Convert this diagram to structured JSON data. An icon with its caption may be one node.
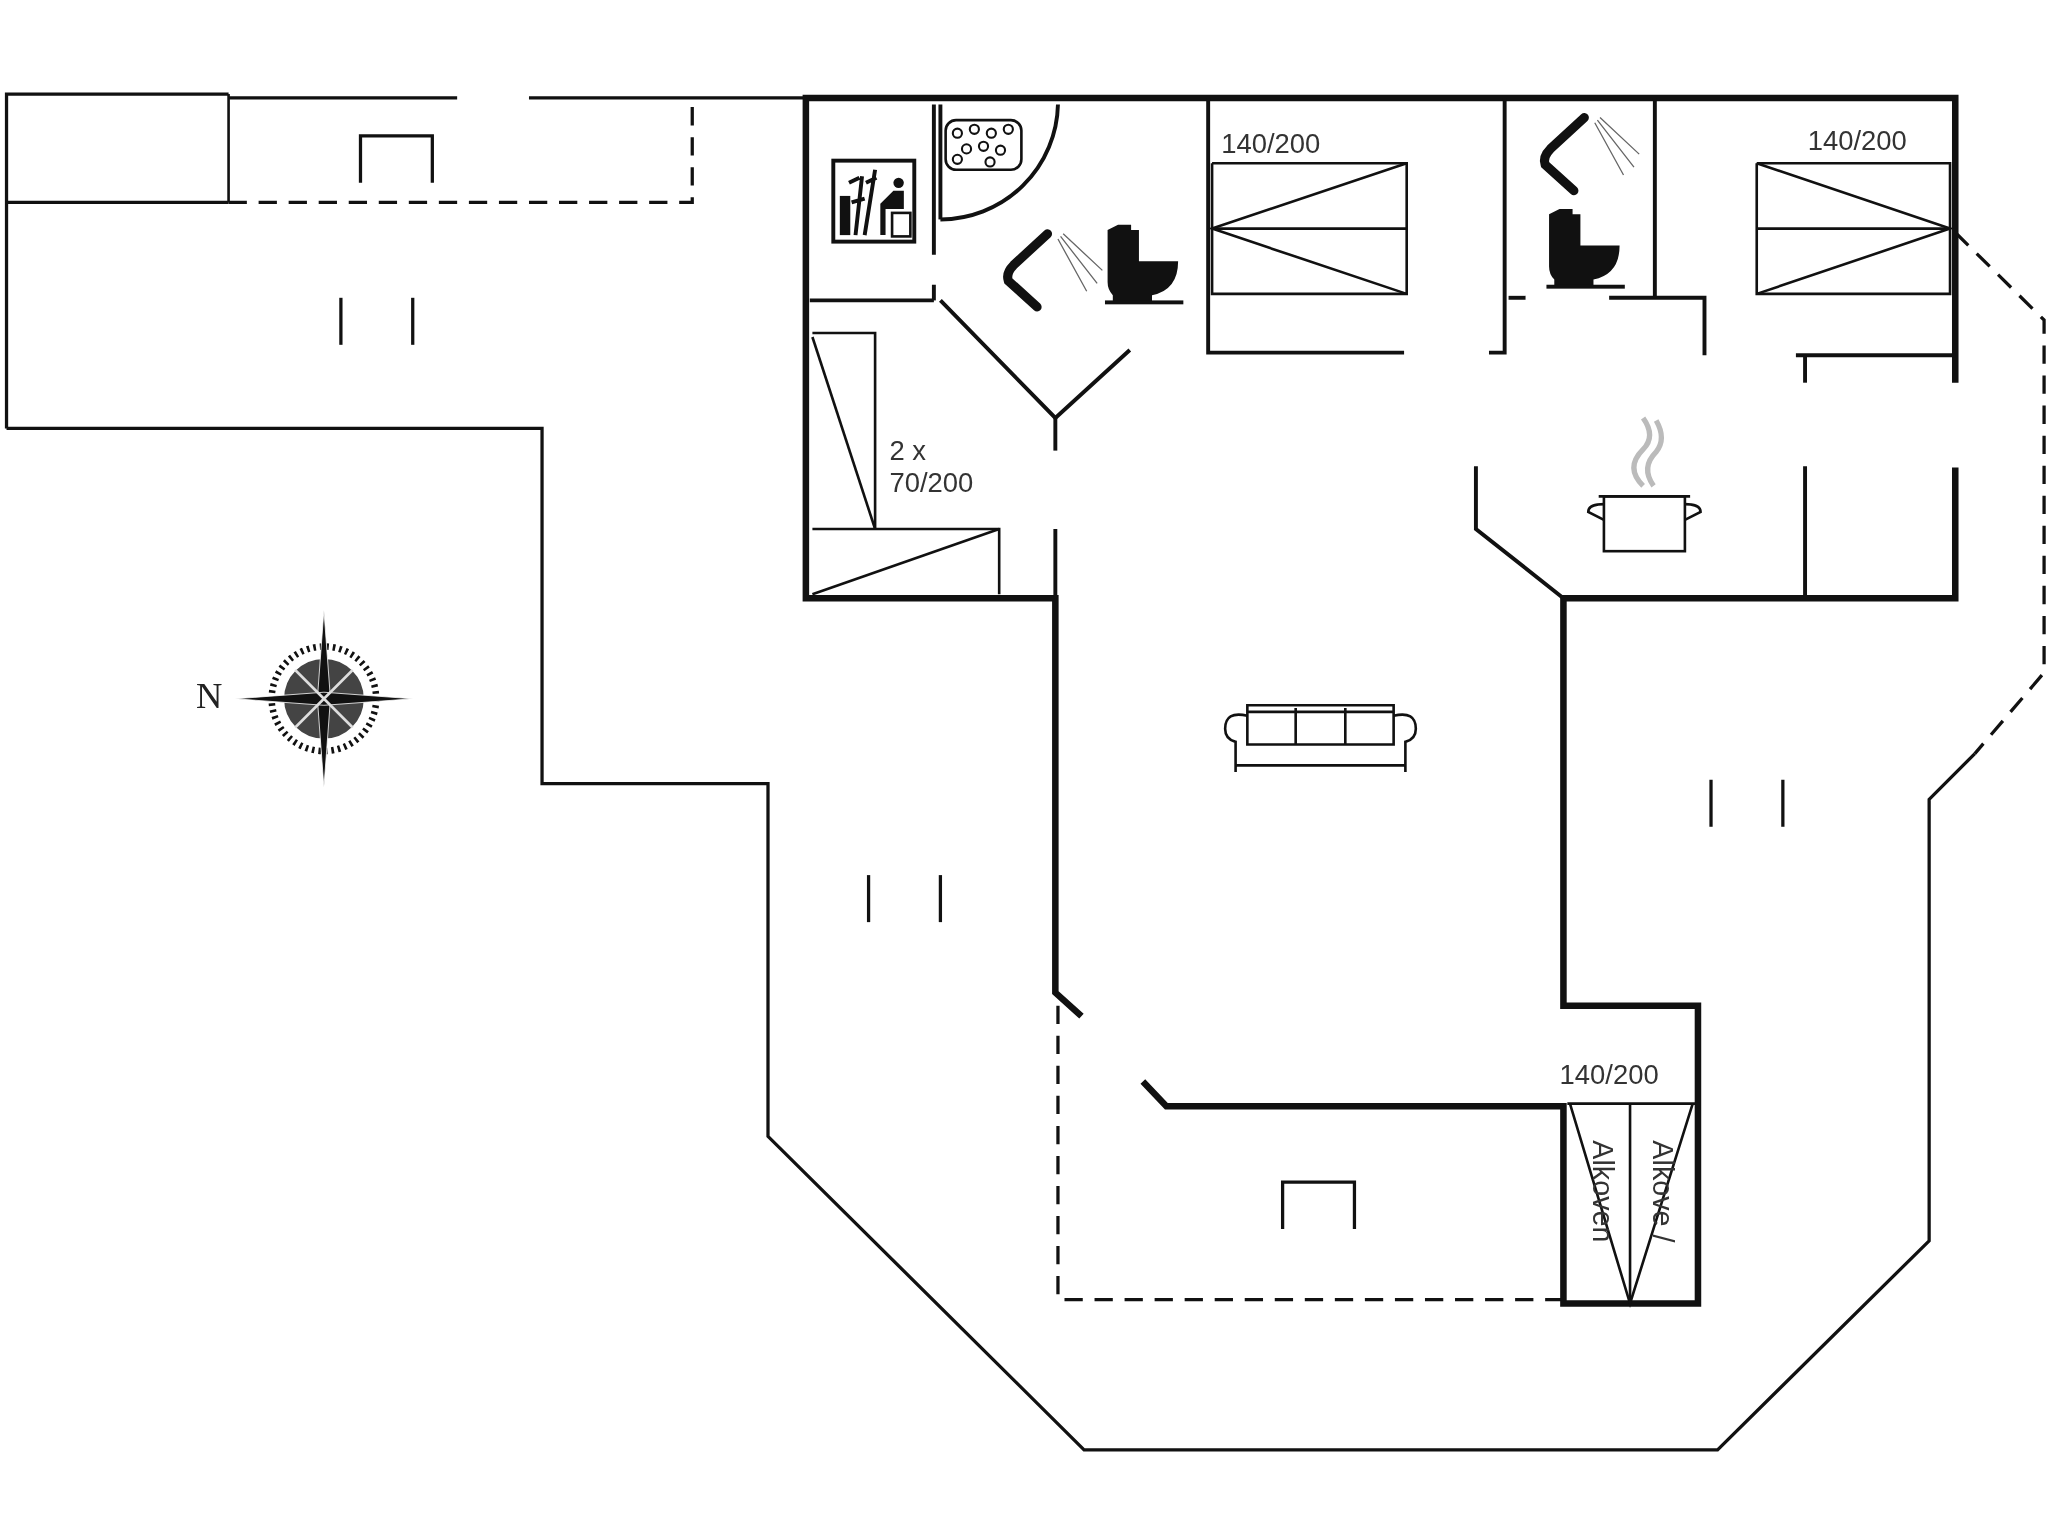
{
  "diagram": {
    "labels": [
      "140/200",
      "140/200",
      "2 x 70/200",
      "N",
      "140/200",
      "Alkoven",
      "Alkove /"
    ]
  }
}
